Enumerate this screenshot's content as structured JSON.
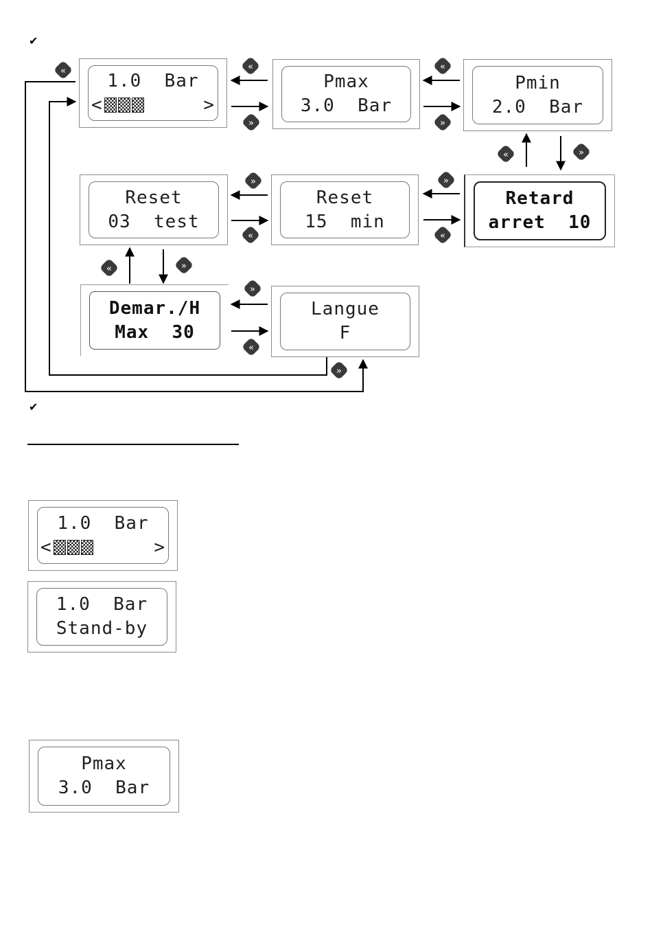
{
  "markers": {
    "check": "✔"
  },
  "flow_screens": {
    "home": {
      "line1": "1.0  Bar",
      "cursor_left": "<",
      "cursor_right": ">",
      "blocks": 3
    },
    "pmax": {
      "line1": "Pmax",
      "line2": "3.0  Bar"
    },
    "pmin": {
      "line1": "Pmin",
      "line2": "2.0  Bar"
    },
    "retard": {
      "line1": "Retard",
      "line2": "arret  10"
    },
    "reset15": {
      "line1": "Reset",
      "line2": "15  min"
    },
    "reset03": {
      "line1": "Reset",
      "line2": "03  test"
    },
    "demar": {
      "line1": "Demar./H",
      "line2": "Max  30"
    },
    "langue": {
      "line1": "Langue",
      "line2": "F"
    }
  },
  "buttons": {
    "prev_symbol": "«",
    "next_symbol": "»"
  },
  "examples": {
    "home": {
      "line1": "1.0  Bar",
      "cursor_left": "<",
      "cursor_right": ">",
      "blocks": 3
    },
    "standby": {
      "line1": "1.0  Bar",
      "line2": "Stand-by"
    },
    "pmax": {
      "line1": "Pmax",
      "line2": "3.0  Bar"
    }
  },
  "colors": {
    "line": "#000000",
    "button_fill": "#3a3a3a",
    "button_text": "#ffffff",
    "lcd_border": "#777777"
  }
}
